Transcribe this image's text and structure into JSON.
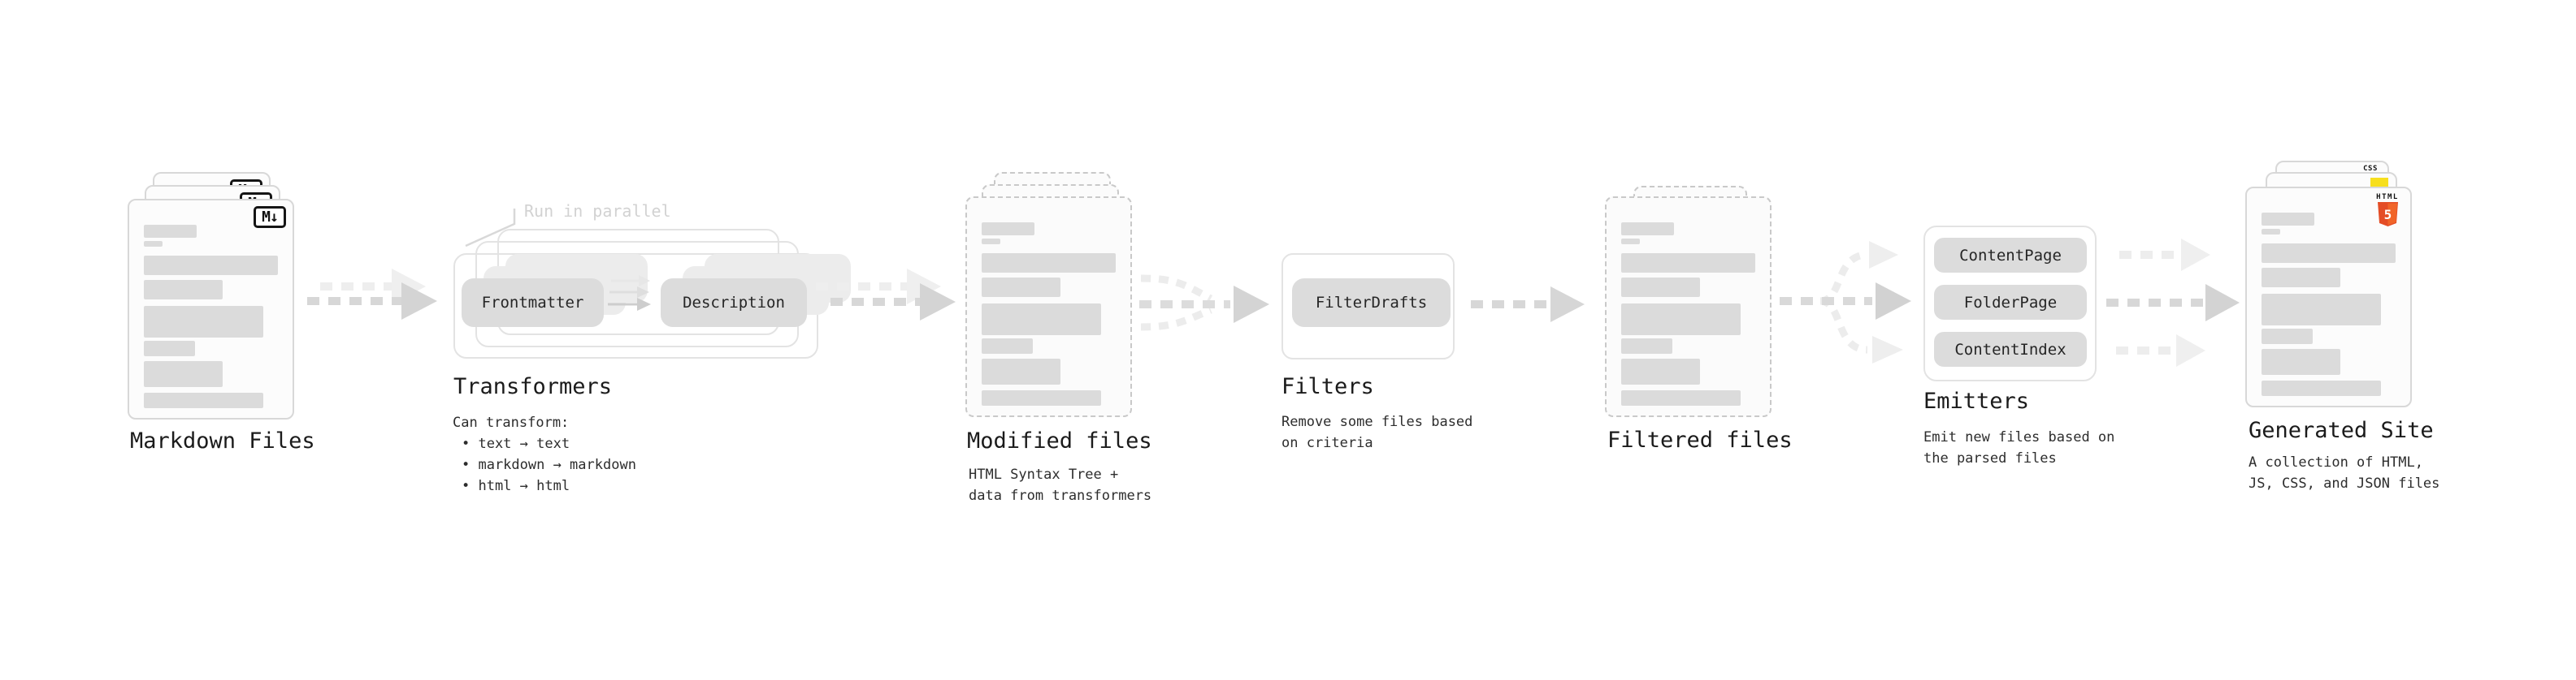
{
  "stages": {
    "markdown": {
      "title": "Markdown Files",
      "badge": "M↓"
    },
    "transformers": {
      "title": "Transformers",
      "annotation": "Run in parallel",
      "pill_left": "Frontmatter",
      "pill_right": "Description",
      "desc_heading": "Can transform:",
      "bullets": [
        "• text → text",
        "• markdown → markdown",
        "• html → html"
      ]
    },
    "modified": {
      "title": "Modified files",
      "desc": [
        "HTML Syntax Tree +",
        "data from transformers"
      ]
    },
    "filters": {
      "title": "Filters",
      "pill": "FilterDrafts",
      "desc": [
        "Remove some files based",
        "on criteria"
      ]
    },
    "filtered": {
      "title": "Filtered files"
    },
    "emitters": {
      "title": "Emitters",
      "pills": [
        "ContentPage",
        "FolderPage",
        "ContentIndex"
      ],
      "desc": [
        "Emit new files based on",
        "the parsed files"
      ]
    },
    "site": {
      "title": "Generated Site",
      "desc": [
        "A collection of HTML,",
        "JS, CSS, and JSON files"
      ],
      "badge_html_word": "HTML",
      "badge_html_five": "5",
      "badge_css": "CSS"
    }
  },
  "colors": {
    "html5_orange": "#e44d26",
    "html5_orange_light": "#f16529",
    "js_yellow": "#f7df1e",
    "css_blue": "#3560ec"
  }
}
